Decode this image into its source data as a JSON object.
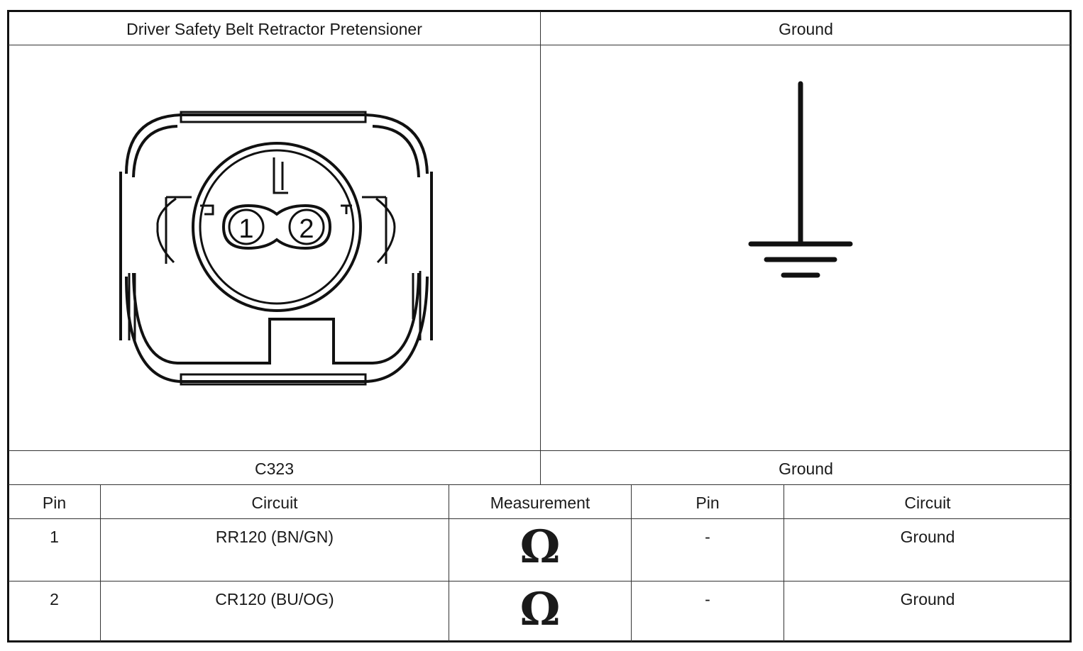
{
  "top_headers": {
    "left": "Driver Safety Belt Retractor Pretensioner",
    "right": "Ground"
  },
  "bottom_headers": {
    "left": "C323",
    "right": "Ground"
  },
  "connector": {
    "pins": [
      "1",
      "2"
    ]
  },
  "table": {
    "columns": [
      "Pin",
      "Circuit",
      "Measurement",
      "Pin",
      "Circuit"
    ],
    "rows": [
      {
        "pin": "1",
        "circuit": "RR120 (BN/GN)",
        "measurement": "Ω",
        "pin2": "-",
        "circuit2": "Ground"
      },
      {
        "pin": "2",
        "circuit": "CR120 (BU/OG)",
        "measurement": "Ω",
        "pin2": "-",
        "circuit2": "Ground"
      }
    ]
  }
}
